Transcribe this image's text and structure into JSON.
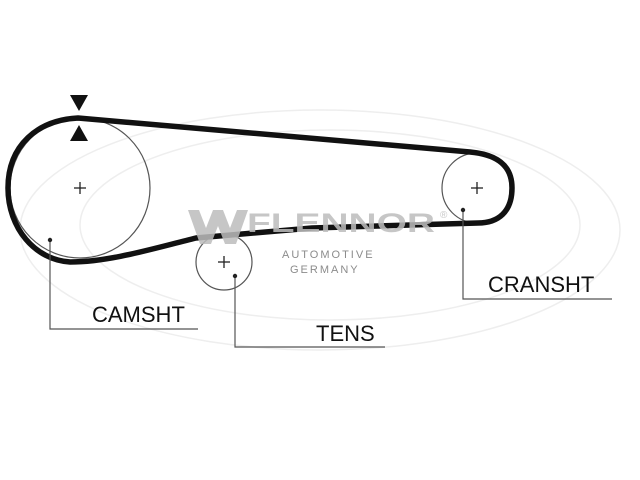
{
  "labels": {
    "camshaft": "CAMSHT",
    "tensioner": "TENS",
    "crankshaft": "CRANSHT"
  },
  "watermark": {
    "brand": "FLENNOR",
    "registered": "®",
    "line1": "AUTOMOTIVE",
    "line2": "GERMANY"
  },
  "colors": {
    "belt": "#111111",
    "pulley": "#555555",
    "watermark": "#bdbdbd"
  }
}
